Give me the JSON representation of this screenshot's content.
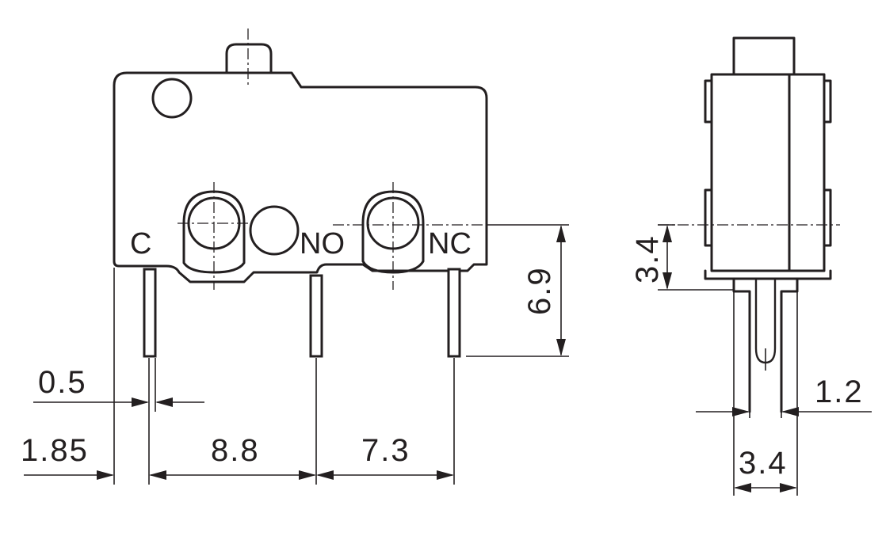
{
  "terminals": {
    "common": "C",
    "normally_open": "NO",
    "normally_closed": "NC"
  },
  "dimensions": {
    "pin_thickness": "0.5",
    "edge_to_common": "1.85",
    "common_to_no": "8.8",
    "no_to_nc": "7.3",
    "pin_length": "6.9",
    "side_pin_offset": "3.4",
    "side_pin_width": "1.2",
    "side_body_width": "3.4"
  },
  "colors": {
    "ink": "#231f20",
    "paper": "#ffffff"
  }
}
